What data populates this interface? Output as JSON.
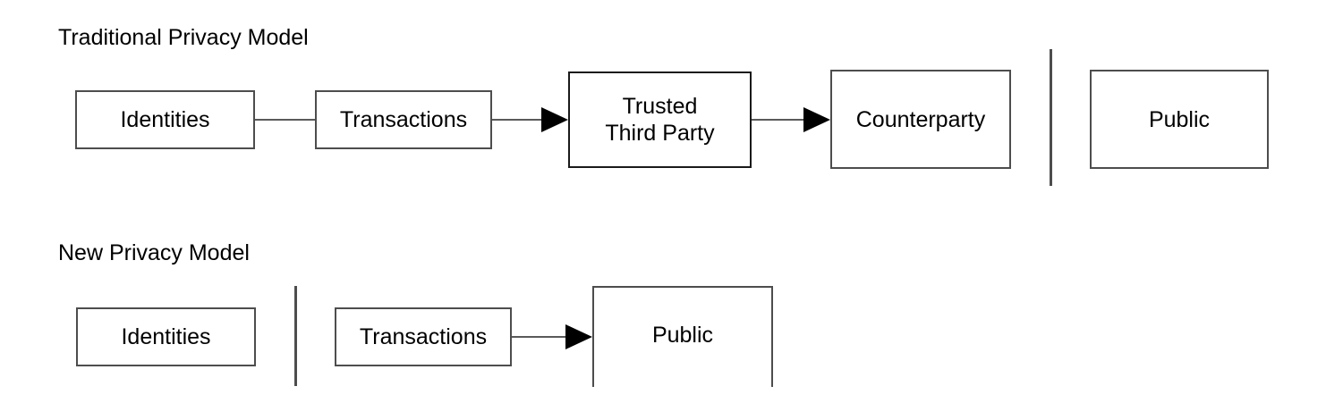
{
  "diagram": {
    "background_color": "#ffffff",
    "border_color": "#4d4d4d",
    "arrow_color": "#000000",
    "text_color": "#000000",
    "sections": [
      {
        "title": "Traditional Privacy Model",
        "nodes": [
          {
            "label": "Identities"
          },
          {
            "label": "Transactions"
          },
          {
            "label": "Trusted\nThird Party"
          },
          {
            "label": "Counterparty"
          },
          {
            "label": "Public"
          }
        ],
        "connectors": [
          {
            "from": "Identities",
            "to": "Transactions",
            "arrow": false
          },
          {
            "from": "Transactions",
            "to": "Trusted Third Party",
            "arrow": true
          },
          {
            "from": "Trusted Third Party",
            "to": "Counterparty",
            "arrow": true
          }
        ],
        "divider": {
          "after": "Counterparty",
          "before": "Public"
        }
      },
      {
        "title": "New Privacy Model",
        "nodes": [
          {
            "label": "Identities"
          },
          {
            "label": "Transactions"
          },
          {
            "label": "Public"
          }
        ],
        "connectors": [
          {
            "from": "Transactions",
            "to": "Public",
            "arrow": true
          }
        ],
        "divider": {
          "after": "Identities",
          "before": "Transactions"
        }
      }
    ]
  }
}
